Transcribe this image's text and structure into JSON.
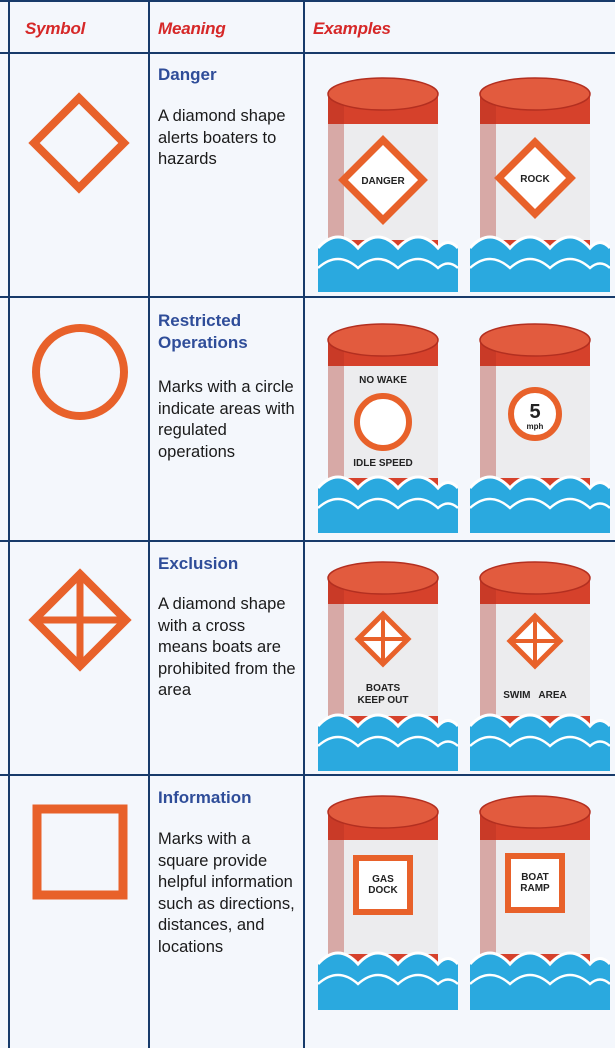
{
  "headers": {
    "symbol": "Symbol",
    "meaning": "Meaning",
    "examples": "Examples"
  },
  "rows": [
    {
      "title": "Danger",
      "description": "A diamond shape alerts boaters to hazards",
      "symbol_icon": "diamond-icon",
      "buoys": [
        {
          "label": "DANGER"
        },
        {
          "label": "ROCK"
        }
      ]
    },
    {
      "title": "Restricted Operations",
      "description": "Marks with a circle indicate areas with regulated operations",
      "symbol_icon": "circle-icon",
      "buoys": [
        {
          "top_label": "NO WAKE",
          "bottom_label": "IDLE SPEED"
        },
        {
          "number": "5",
          "unit": "mph"
        }
      ]
    },
    {
      "title": "Exclusion",
      "description": "A diamond shape with a cross means boats are prohibited from the area",
      "symbol_icon": "crossed-diamond-icon",
      "buoys": [
        {
          "label_line1": "BOATS",
          "label_line2": "KEEP OUT"
        },
        {
          "label": "SWIM   AREA"
        }
      ]
    },
    {
      "title": "Information",
      "description": "Marks with a square provide helpful information such as directions, distances, and locations",
      "symbol_icon": "square-icon",
      "buoys": [
        {
          "label_line1": "GAS",
          "label_line2": "DOCK"
        },
        {
          "label_line1": "BOAT",
          "label_line2": "RAMP"
        }
      ]
    }
  ],
  "colors": {
    "orange": "#e8612a",
    "buoy_red": "#d6412b",
    "buoy_white": "#ececee",
    "water": "#2aa9df",
    "header_text": "#d62828",
    "title_text": "#2f4d99",
    "grid": "#173a6a"
  }
}
